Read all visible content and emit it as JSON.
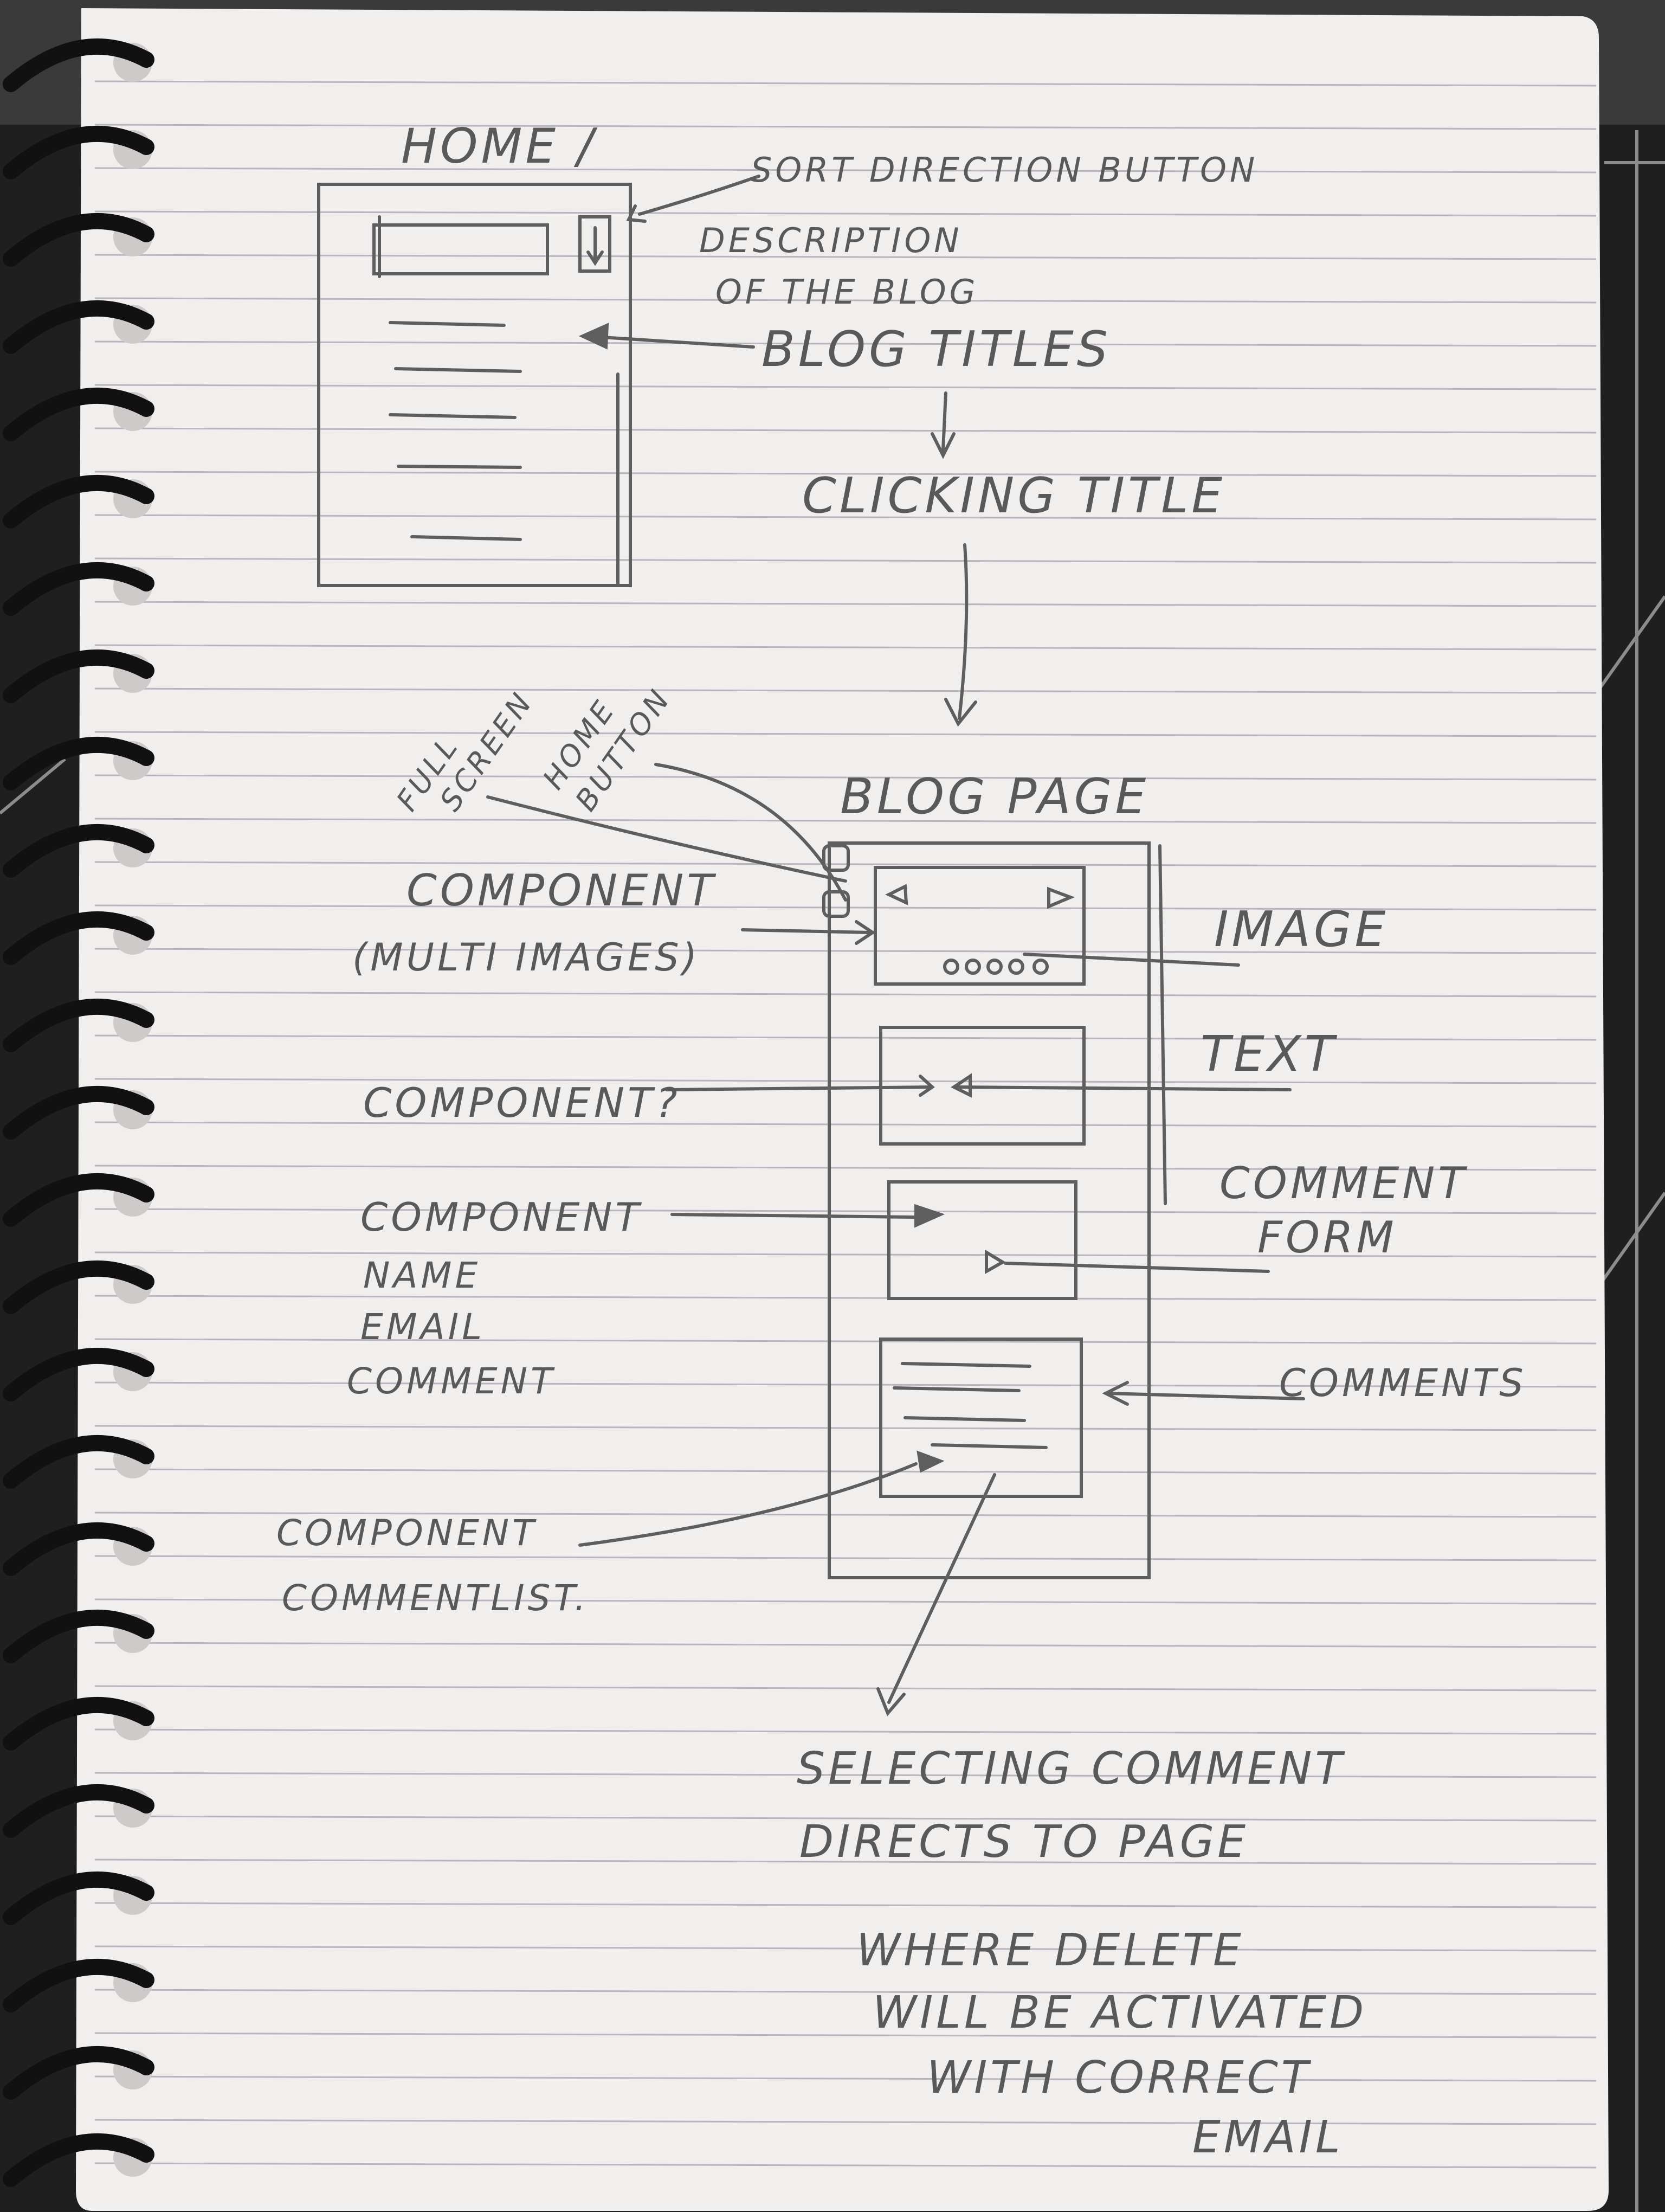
{
  "sketch": {
    "home_title": "HOME /",
    "sort_direction_label": "SORT DIRECTION BUTTON",
    "description_label": [
      "DESCRIPTION",
      "OF THE BLOG"
    ],
    "blog_titles_label": "BLOG TITLES",
    "clicking_title_label": "CLICKING TITLE",
    "full_screen_label": [
      "FULL",
      "SCREEN"
    ],
    "home_button_label": [
      "HOME",
      "BUTTON"
    ],
    "blog_page_title": "BLOG PAGE",
    "component_multi_images_label": [
      "COMPONENT",
      "(MULTI IMAGES)"
    ],
    "image_label": "IMAGE",
    "text_label": "TEXT",
    "component_question_label": "COMPONENT?",
    "component_form_label": [
      "COMPONENT",
      "NAME",
      "EMAIL",
      "COMMENT"
    ],
    "comment_form_label": [
      "COMMENT",
      "FORM"
    ],
    "comments_label": "COMMENTS",
    "component_commentlist_label": [
      "COMPONENT",
      "COMMENTLIST."
    ],
    "selecting_note": [
      "SELECTING COMMENT",
      "DIRECTS TO PAGE"
    ],
    "delete_note": [
      "WHERE DELETE",
      "WILL BE ACTIVATED",
      "WITH CORRECT",
      "EMAIL"
    ]
  },
  "colors": {
    "background": "#1f1f1f",
    "paper": "#f1eeee",
    "rule_line": "#b9b3c2",
    "pencil": "#5e5e5e",
    "spiral": "#111111"
  }
}
